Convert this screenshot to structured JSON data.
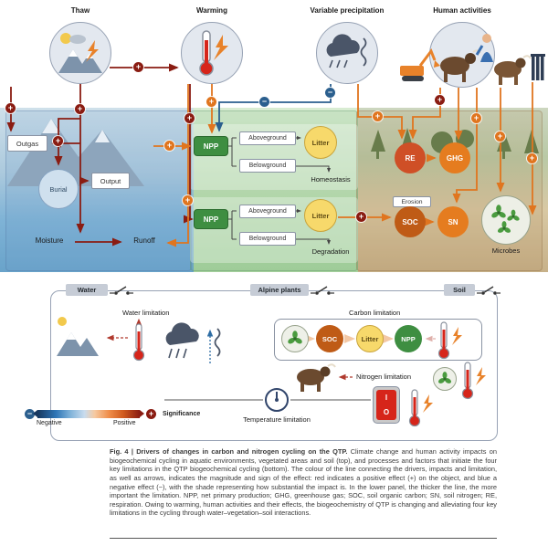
{
  "figure": {
    "drivers": {
      "thaw": "Thaw",
      "warming": "Warming",
      "variable_precipitation": "Variable precipitation",
      "human_activities": "Human activities"
    },
    "aquatic": {
      "outgas": "Outgas",
      "burial": "Burial",
      "output": "Output",
      "moisture": "Moisture",
      "runoff": "Runoff"
    },
    "vegetation": {
      "npp_top": "NPP",
      "aboveground_top": "Aboveground",
      "belowground_top": "Belowground",
      "litter_top": "Litter",
      "homeostasis": "Homeostasis",
      "npp_bottom": "NPP",
      "aboveground_bottom": "Aboveground",
      "belowground_bottom": "Belowground",
      "litter_bottom": "Litter",
      "degradation": "Degradation"
    },
    "soil": {
      "re": "RE",
      "ghg": "GHG",
      "erosion": "Erosion",
      "soc": "SOC",
      "sn": "SN",
      "microbes": "Microbes"
    }
  },
  "symbols": {
    "plus": "+",
    "minus": "−"
  },
  "lower_panel": {
    "switch_water": "Water",
    "switch_alpine": "Alpine plants",
    "switch_soil": "Soil",
    "water_limitation": "Water limitation",
    "carbon_limitation": "Carbon limitation",
    "nitrogen_limitation": "Nitrogen limitation",
    "temperature_limitation": "Temperature limitation",
    "chain_soc": "SOC",
    "chain_litter": "Litter",
    "chain_npp": "NPP",
    "power_on": "I",
    "power_off": "O",
    "legend_significance": "Significance",
    "legend_negative": "Negative",
    "legend_positive": "Positive"
  },
  "caption": {
    "title": "Fig. 4 | Drivers of changes in carbon and nitrogen cycling on the QTP.",
    "body": "Climate change and human activity impacts on biogeochemical cycling in aquatic environments, vegetated areas and soil (top), and processes and factors that initiate the four key limitations in the QTP biogeochemical cycling (bottom). The colour of the line connecting the drivers, impacts and limitation, as well as arrows, indicates the magnitude and sign of the effect: red indicates a positive effect (+) on the object, and blue a negative effect (−), with the shade representing how substantial the impact is. In the lower panel, the thicker the line, the more important the limitation. NPP, net primary production; GHG, greenhouse gas; SOC, soil organic carbon; SN, soil nitrogen; RE, respiration. Owing to warming, human activities and their effects, the biogeochemistry of QTP is changing and alleviating four key limitations in the cycling through water–vegetation–soil interactions."
  }
}
